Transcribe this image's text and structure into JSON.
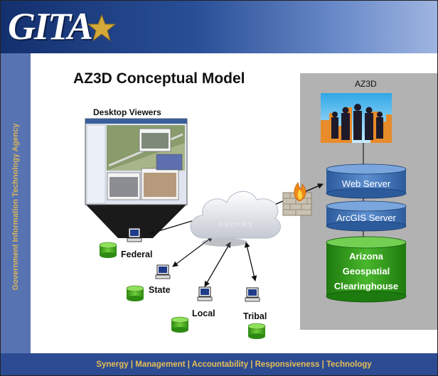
{
  "header": {
    "logo_text": "GITA",
    "logo_icon": "star-icon"
  },
  "sidebar": {
    "text": "Government Information Technology Agency"
  },
  "footer": {
    "text": "Synergy | Management | Accountability | Responsiveness | Technology"
  },
  "diagram": {
    "title": "AZ3D Conceptual Model",
    "desktop_viewers_label": "Desktop Viewers",
    "internet_label": "Internet",
    "clients": [
      "Federal",
      "State",
      "Local",
      "Tribal"
    ],
    "az3d_panel": {
      "label": "AZ3D",
      "web_server_label": "Web Server",
      "arcgis_server_label": "ArcGIS Server",
      "clearinghouse_lines": [
        "Arizona",
        "Geospatial",
        "Clearinghouse"
      ]
    }
  },
  "colors": {
    "header_blue": "#13306e",
    "sidebar_blue": "#5873b2",
    "footer_blue": "#2d4b93",
    "accent_gold": "#e6bf55",
    "server_blue": "#3f73b4",
    "clearinghouse_green": "#2f9a1a",
    "panel_gray": "#b2b2b2"
  }
}
